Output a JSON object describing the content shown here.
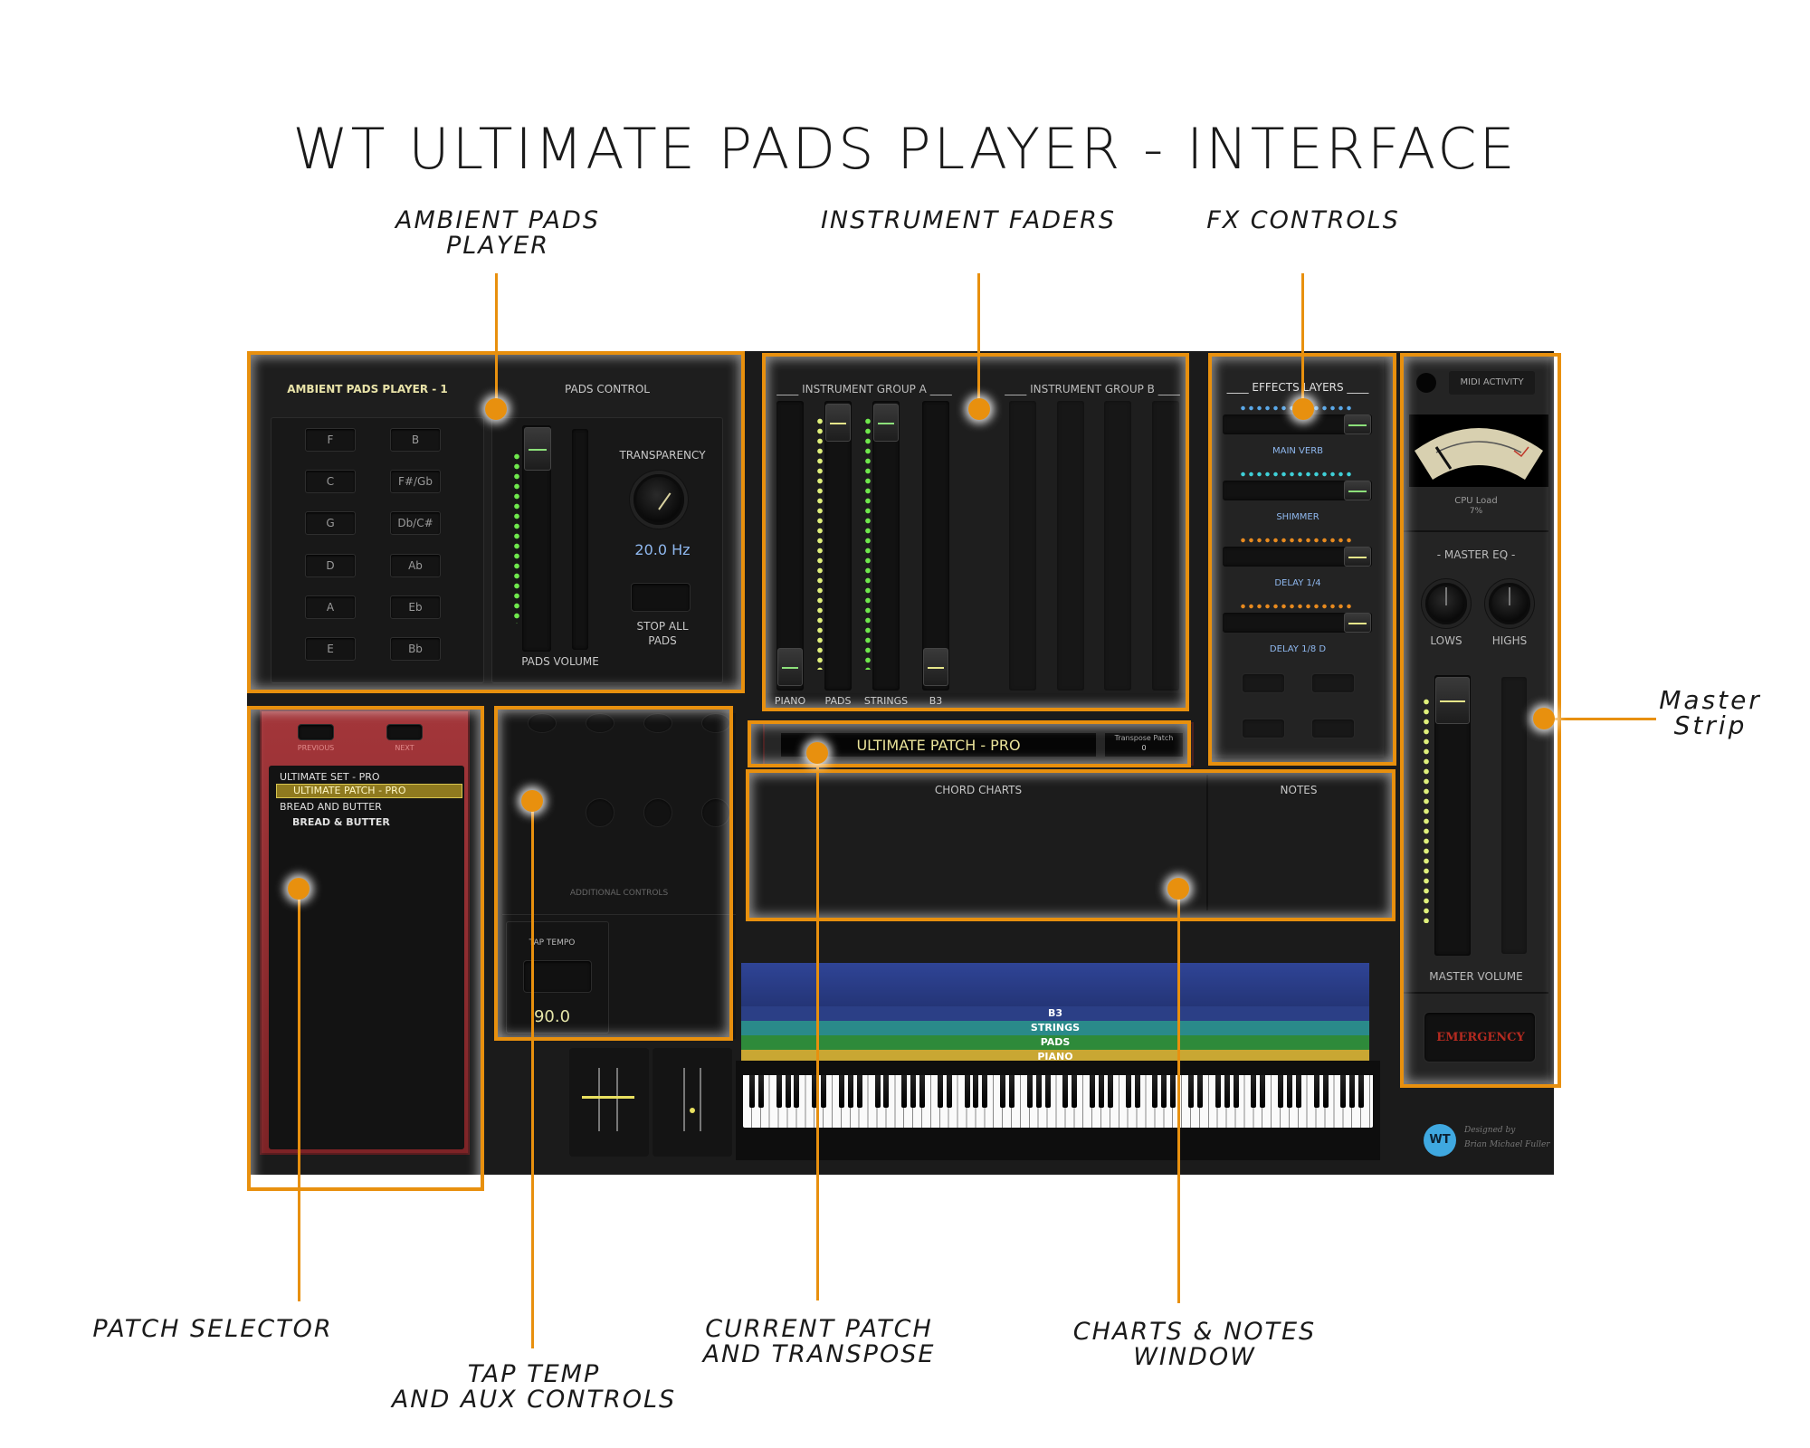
{
  "title": "WT ULTIMATE PADS PLAYER - INTERFACE",
  "callouts": {
    "ambient_pads": "AMBIENT PADS\nPLAYER",
    "instrument_faders": "INSTRUMENT FADERS",
    "fx_controls": "FX CONTROLS",
    "master_strip": "Master\nStrip",
    "patch_selector": "PATCH SELECTOR",
    "tap_tempo": "TAP TEMP\nAND AUX CONTROLS",
    "current_patch": "CURRENT PATCH\nAND TRANSPOSE",
    "charts_notes": "CHARTS & NOTES\nWINDOW"
  },
  "accent_color": "#e8900e",
  "ambient_pads": {
    "title": "AMBIENT PADS PLAYER - 1",
    "keys": [
      [
        "F",
        "B"
      ],
      [
        "C",
        "F#/Gb"
      ],
      [
        "G",
        "Db/C#"
      ],
      [
        "D",
        "Ab"
      ],
      [
        "A",
        "Eb"
      ],
      [
        "E",
        "Bb"
      ]
    ]
  },
  "pads_control": {
    "title": "PADS CONTROL",
    "volume_label": "PADS VOLUME",
    "transparency_label": "TRANSPARENCY",
    "transparency_value": "20.0 Hz",
    "stop_all_label": "STOP ALL\nPADS"
  },
  "instrument_faders": {
    "group_a_title": "____ INSTRUMENT GROUP A ____",
    "group_b_title": "____ INSTRUMENT GROUP B ____",
    "channels": [
      "PIANO",
      "PADS",
      "STRINGS",
      "B3"
    ]
  },
  "effects": {
    "title": "____ EFFECTS LAYERS ____",
    "sliders": [
      {
        "label": "MAIN VERB",
        "color": "#5aa8e8"
      },
      {
        "label": "SHIMMER",
        "color": "#3fd0d8"
      },
      {
        "label": "DELAY 1/4",
        "color": "#e88a1e"
      },
      {
        "label": "DELAY 1/8 D",
        "color": "#e88a1e"
      }
    ]
  },
  "master": {
    "midi_activity": "MIDI ACTIVITY",
    "cpu_label": "CPU Load",
    "cpu_value": "7%",
    "eq_title": "- MASTER EQ -",
    "lows": "LOWS",
    "highs": "HIGHS",
    "volume_label": "MASTER VOLUME",
    "emergency": "EMERGENCY"
  },
  "patch_selector": {
    "previous": "PREVIOUS",
    "next": "NEXT",
    "items": [
      {
        "label": "ULTIMATE SET - PRO",
        "selected": false
      },
      {
        "label": "ULTIMATE PATCH - PRO",
        "selected": true
      },
      {
        "label": "BREAD AND BUTTER",
        "selected": false
      },
      {
        "label": "BREAD & BUTTER",
        "selected": false
      }
    ]
  },
  "aux": {
    "additional_controls": "ADDITIONAL CONTROLS",
    "tap_tempo_label": "TAP TEMPO",
    "tempo_value": "90.0"
  },
  "current_patch": {
    "name": "ULTIMATE PATCH - PRO",
    "transpose_label": "Transpose Patch",
    "transpose_value": "0"
  },
  "charts": {
    "chord_charts": "CHORD CHARTS",
    "notes": "NOTES"
  },
  "layers": [
    {
      "label": "B3",
      "color": "#2b3f86"
    },
    {
      "label": "STRINGS",
      "color": "#2a8a8a"
    },
    {
      "label": "PADS",
      "color": "#2e8a3a"
    },
    {
      "label": "PIANO",
      "color": "#c9a733"
    }
  ],
  "footer": {
    "logo": "WT",
    "designed_by": "Designed by",
    "designer": "Brian Michael Fuller"
  }
}
